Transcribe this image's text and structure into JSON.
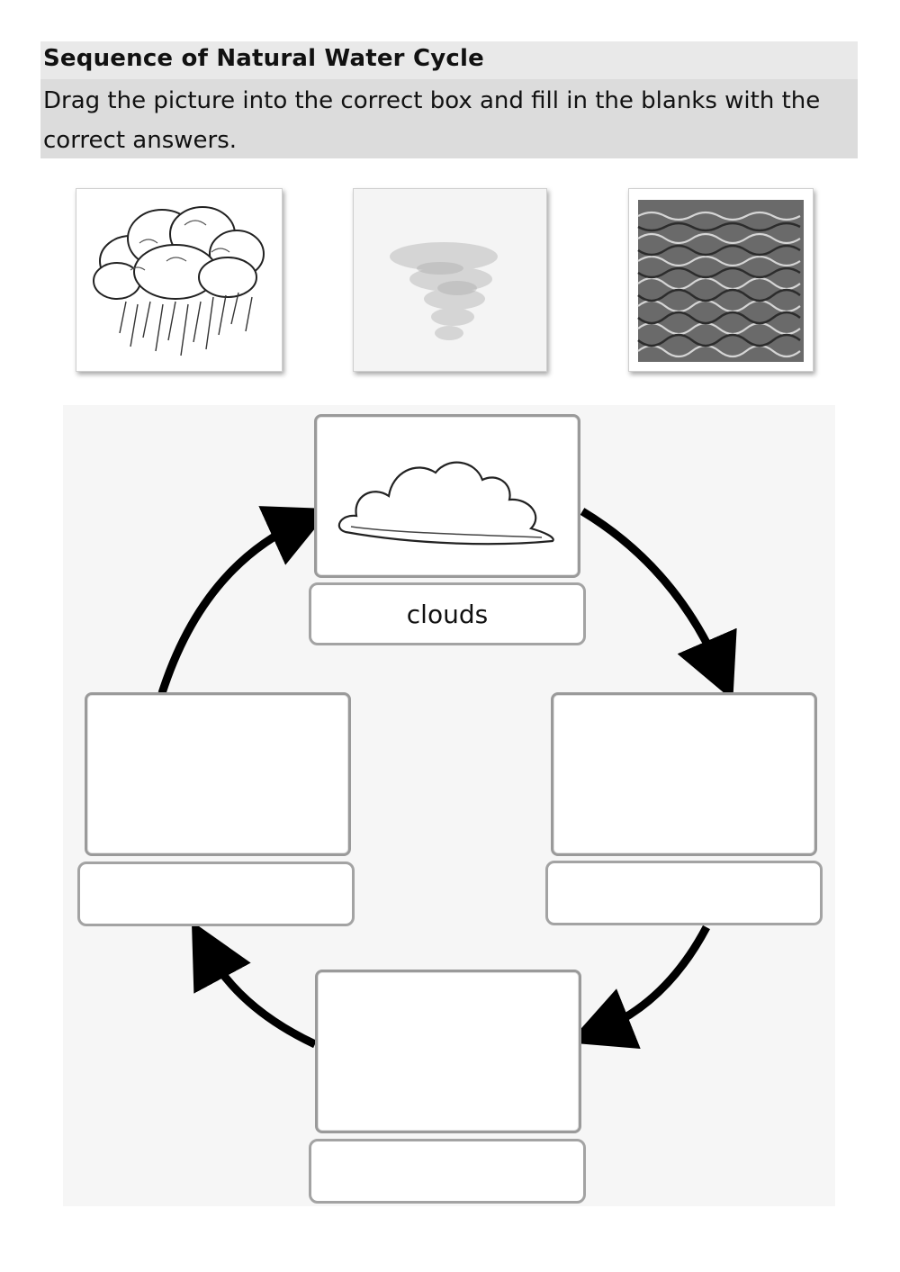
{
  "header": {
    "title": "Sequence of Natural Water Cycle",
    "instructions": "Drag the picture into the correct box and fill in the blanks with the correct answers."
  },
  "picture_bank": [
    {
      "icon": "rain-cloud-icon"
    },
    {
      "icon": "water-vapour-icon"
    },
    {
      "icon": "sea-waves-icon"
    }
  ],
  "cycle": {
    "stages": [
      {
        "position": "top",
        "icon": "cloud-icon",
        "label": "clouds"
      },
      {
        "position": "right",
        "icon": "",
        "label": ""
      },
      {
        "position": "bottom",
        "icon": "",
        "label": ""
      },
      {
        "position": "left",
        "icon": "",
        "label": ""
      }
    ],
    "arrow_direction": "clockwise"
  }
}
